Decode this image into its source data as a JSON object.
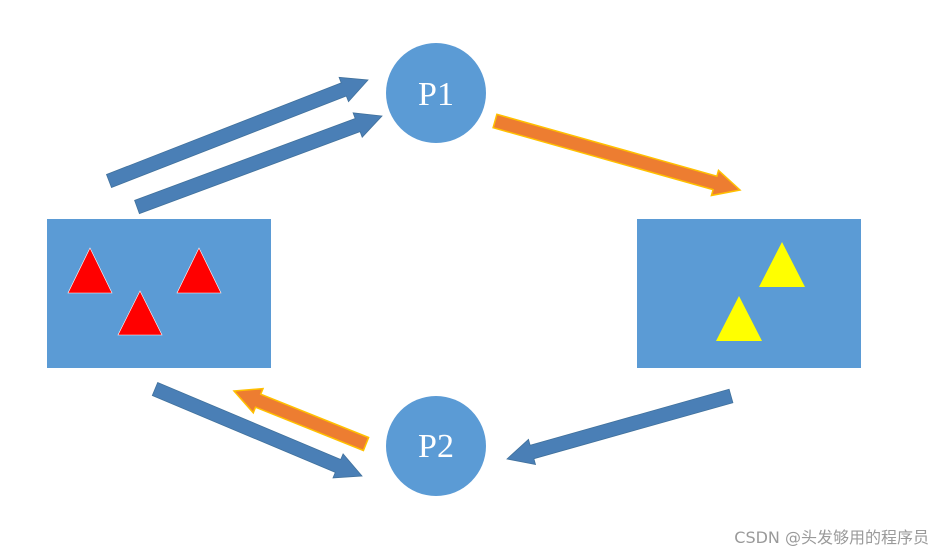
{
  "colors": {
    "node_fill": "#5b9bd5",
    "buffer_fill": "#5b9bd5",
    "blue_arrow": "#4a7fb6",
    "orange_arrow": "#ed7d31",
    "orange_outline": "#ffc000",
    "red_item": "#ff0000",
    "yellow_item": "#ffff00"
  },
  "nodes": [
    {
      "id": "p1",
      "label": "P1"
    },
    {
      "id": "p2",
      "label": "P2"
    }
  ],
  "buffers": [
    {
      "id": "left-buffer",
      "item_color": "red",
      "item_count": 3
    },
    {
      "id": "right-buffer",
      "item_color": "yellow",
      "item_count": 2
    }
  ],
  "arrows": [
    {
      "id": "left-to-p1-upper",
      "color": "blue"
    },
    {
      "id": "left-to-p1-lower",
      "color": "blue"
    },
    {
      "id": "p1-to-right",
      "color": "orange"
    },
    {
      "id": "right-to-p2",
      "color": "blue"
    },
    {
      "id": "left-to-p2",
      "color": "blue"
    },
    {
      "id": "p2-to-left",
      "color": "orange"
    }
  ],
  "watermark": "CSDN @头发够用的程序员"
}
